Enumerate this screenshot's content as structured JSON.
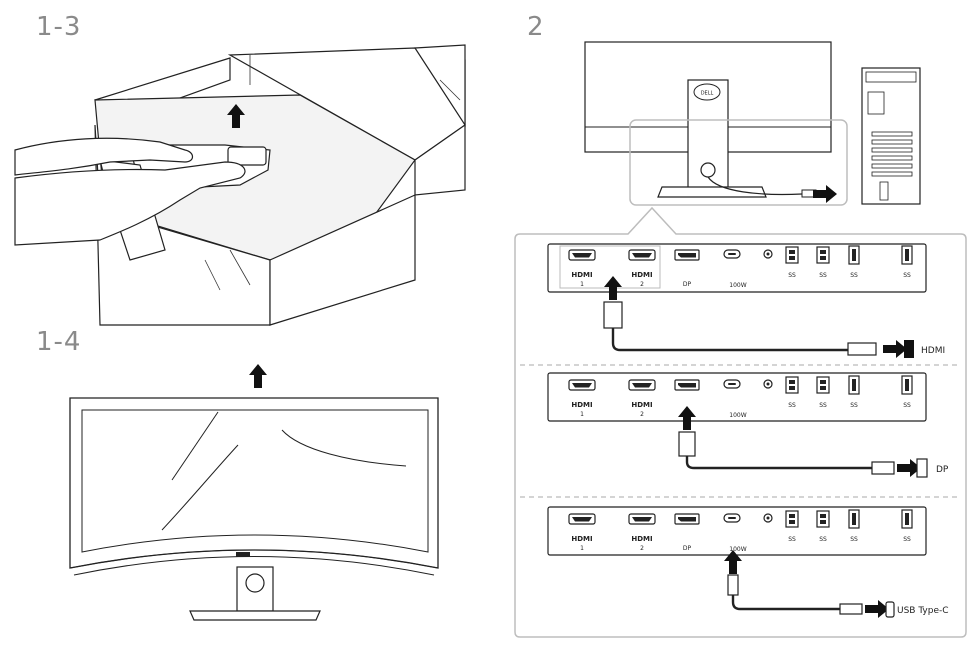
{
  "steps": {
    "step_1_3": "1-3",
    "step_1_4": "1-4",
    "step_2": "2"
  },
  "ports": {
    "hdmi_logo": "HDMI",
    "hdmi_1_num": "1",
    "hdmi_2_num": "2",
    "dp": "DP",
    "usbc_power": "100W",
    "usb_ss": "SS"
  },
  "cables": {
    "hdmi_label": "HDMI",
    "dp_label": "DP",
    "usbc_label": "USB Type-C"
  },
  "brand_badge": "DELL",
  "colors": {
    "line": "#222222",
    "panel_border": "#bdbdbd",
    "dashed": "#aaaaaa",
    "step_number": "#8a8a8a",
    "box_fill": "#eeeeee"
  }
}
